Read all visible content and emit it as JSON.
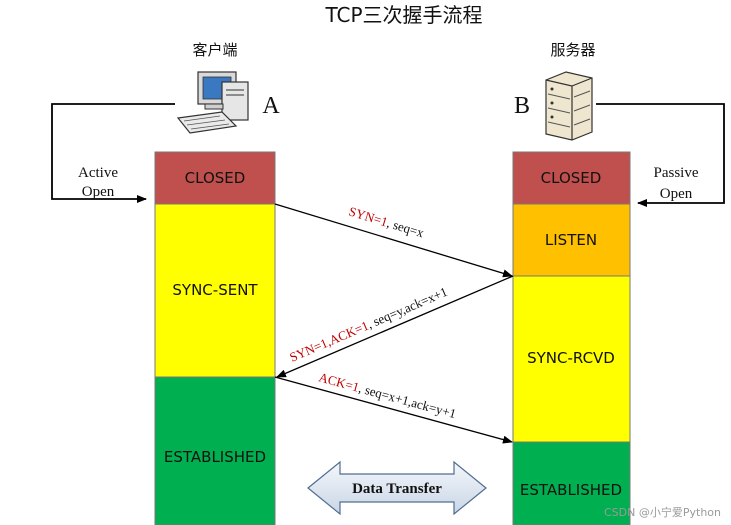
{
  "title": "TCP三次握手流程",
  "client": {
    "label": "客户端",
    "letter": "A",
    "icon": "computer-icon"
  },
  "server": {
    "label": "服务器",
    "letter": "B",
    "icon": "server-icon"
  },
  "active_open": [
    "Active",
    "Open"
  ],
  "passive_open": [
    "Passive",
    "Open"
  ],
  "client_states": [
    {
      "name": "CLOSED",
      "color": "#c0504d"
    },
    {
      "name": "SYNC-SENT",
      "color": "#ffff00"
    },
    {
      "name": "ESTABLISHED",
      "color": "#00b050"
    }
  ],
  "server_states": [
    {
      "name": "CLOSED",
      "color": "#c0504d"
    },
    {
      "name": "LISTEN",
      "color": "#ffc000"
    },
    {
      "name": "SYNC-RCVD",
      "color": "#ffff00"
    },
    {
      "name": "ESTABLISHED",
      "color": "#00b050"
    }
  ],
  "messages": {
    "syn": {
      "red": "SYN=1",
      "black": ", seq=x"
    },
    "synack": {
      "red": "SYN=1,ACK=1",
      "black": ", seq=y,ack=x+1"
    },
    "ack": {
      "red": "ACK=1",
      "black": ", seq=x+1,ack=y+1"
    }
  },
  "data_transfer": "Data Transfer",
  "watermark": "CSDN @小宁爱Python",
  "colors": {
    "flag_red": "#c00000",
    "arrow": "#000000",
    "data_arrow_fill": "#dbe5f1",
    "data_arrow_stroke": "#4f6d8f"
  }
}
